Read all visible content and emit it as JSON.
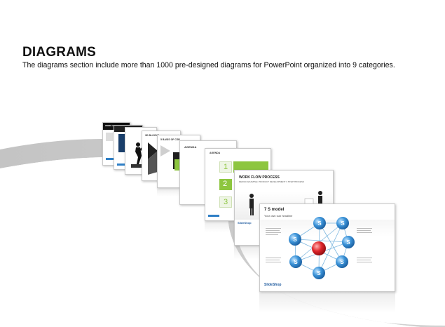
{
  "header": {
    "title": "DIAGRAMS",
    "subtitle": "The diagrams section include more than 1000 pre-designed diagrams for PowerPoint organized into 9 categories."
  },
  "colors": {
    "swoosh": "#c8c8c8",
    "accent_green": "#8dc63f",
    "accent_blue": "#2f7fc6",
    "accent_red": "#d0161b",
    "logo_blue": "#1e5a9e"
  },
  "slides": {
    "slide_1": {
      "title": "WORK F"
    },
    "slide_3": {
      "title": "3D BLOCKS"
    },
    "slide_4": {
      "title": "5 BASIS OF CSR"
    },
    "slide_5": {
      "title": "AGENDA",
      "numbers": [
        "1",
        "2",
        "3"
      ]
    },
    "slide_6": {
      "title": "WORK FLOW PROCESS",
      "subtitle": "DESIGN EXAMPLE: PRODUCT DEVELOPMENT 3 STEP PROCESS",
      "logo": "SlideShop"
    },
    "slide_7": {
      "title": "7 S model",
      "subtitle": "Your own sub headline",
      "logo": "SlideShop",
      "node_letter": "S"
    }
  }
}
